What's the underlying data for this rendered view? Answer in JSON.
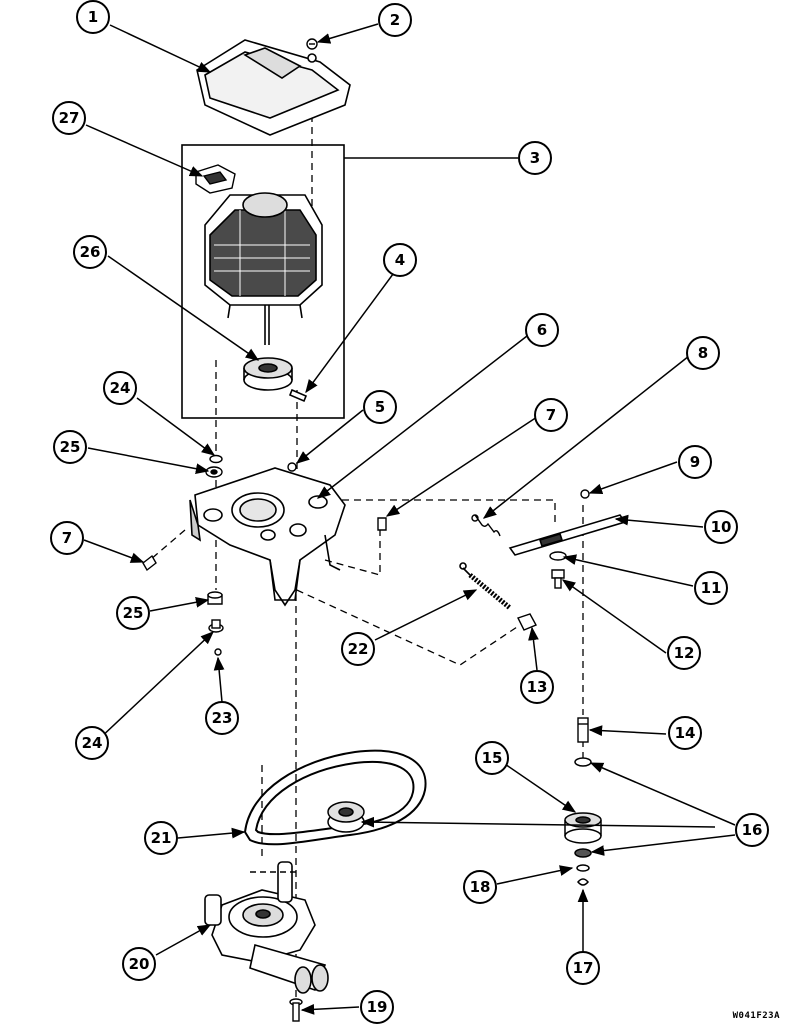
{
  "diagram": {
    "reference_code": "W041F23A",
    "callouts": [
      {
        "id": "c1",
        "label": "1"
      },
      {
        "id": "c2",
        "label": "2"
      },
      {
        "id": "c3",
        "label": "3"
      },
      {
        "id": "c4",
        "label": "4"
      },
      {
        "id": "c5",
        "label": "5"
      },
      {
        "id": "c6",
        "label": "6"
      },
      {
        "id": "c7a",
        "label": "7"
      },
      {
        "id": "c7b",
        "label": "7"
      },
      {
        "id": "c8",
        "label": "8"
      },
      {
        "id": "c9",
        "label": "9"
      },
      {
        "id": "c10",
        "label": "10"
      },
      {
        "id": "c11",
        "label": "11"
      },
      {
        "id": "c12",
        "label": "12"
      },
      {
        "id": "c13",
        "label": "13"
      },
      {
        "id": "c14",
        "label": "14"
      },
      {
        "id": "c15",
        "label": "15"
      },
      {
        "id": "c16",
        "label": "16"
      },
      {
        "id": "c17",
        "label": "17"
      },
      {
        "id": "c18",
        "label": "18"
      },
      {
        "id": "c19",
        "label": "19"
      },
      {
        "id": "c20",
        "label": "20"
      },
      {
        "id": "c21",
        "label": "21"
      },
      {
        "id": "c22",
        "label": "22"
      },
      {
        "id": "c23",
        "label": "23"
      },
      {
        "id": "c24a",
        "label": "24"
      },
      {
        "id": "c24b",
        "label": "24"
      },
      {
        "id": "c25a",
        "label": "25"
      },
      {
        "id": "c25b",
        "label": "25"
      },
      {
        "id": "c26",
        "label": "26"
      },
      {
        "id": "c27",
        "label": "27"
      }
    ]
  }
}
